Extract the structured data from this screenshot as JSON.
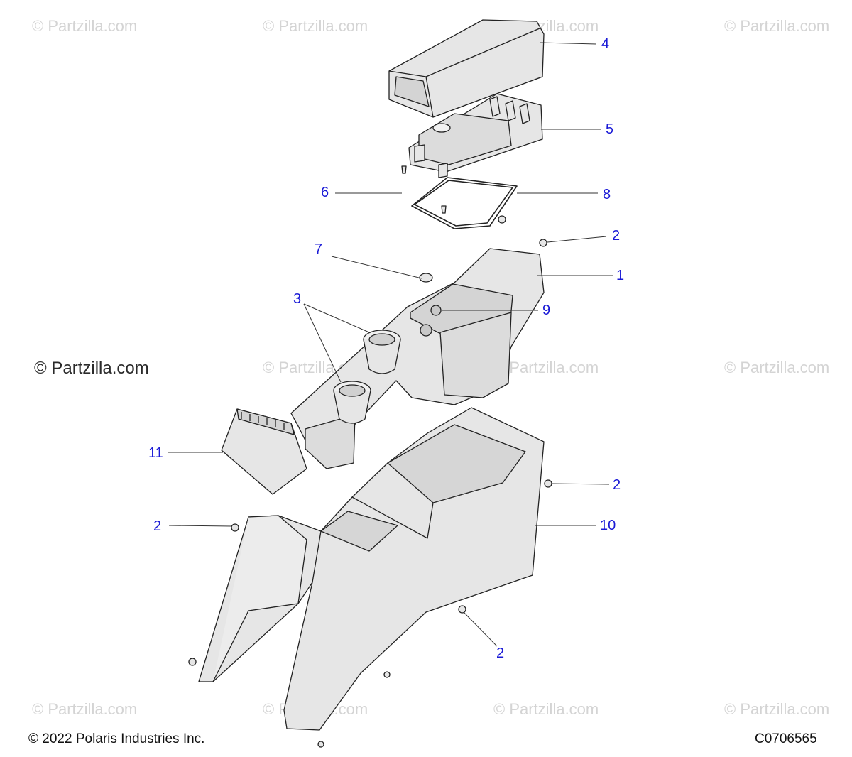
{
  "watermark": {
    "text": "© Partzilla.com"
  },
  "callouts": [
    {
      "label": "4"
    },
    {
      "label": "5"
    },
    {
      "label": "6"
    },
    {
      "label": "8"
    },
    {
      "label": "2"
    },
    {
      "label": "7"
    },
    {
      "label": "1"
    },
    {
      "label": "3"
    },
    {
      "label": "9"
    },
    {
      "label": "11"
    },
    {
      "label": "2"
    },
    {
      "label": "2"
    },
    {
      "label": "10"
    },
    {
      "label": "2"
    }
  ],
  "footer": {
    "copyright": "© 2022 Polaris Industries Inc.",
    "code": "C0706565"
  },
  "colors": {
    "callout": "#1a1ad6",
    "part_fill": "#e6e6e6",
    "part_stroke": "#222222",
    "watermark": "#d4d4d4"
  }
}
